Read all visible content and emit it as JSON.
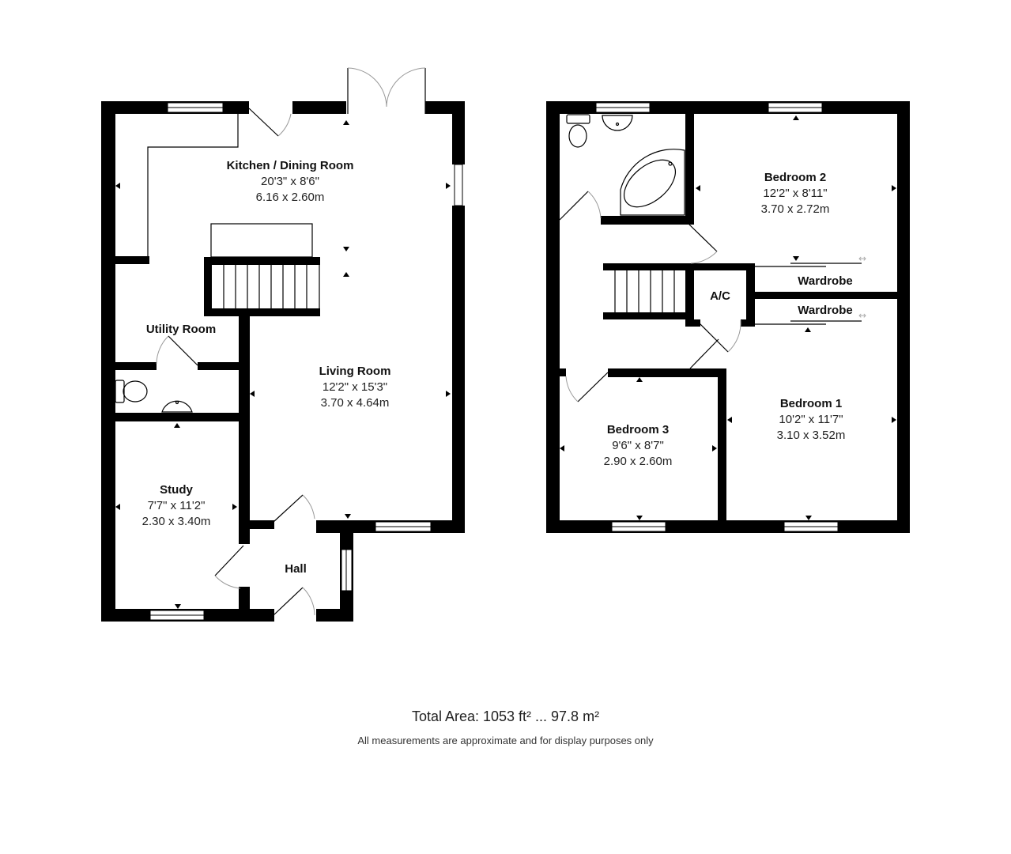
{
  "ground_floor": {
    "rooms": [
      {
        "id": "kitchen",
        "name": "Kitchen / Dining Room",
        "imperial": "20'3\" x 8'6\"",
        "metric": "6.16 x 2.60m"
      },
      {
        "id": "utility",
        "name": "Utility Room"
      },
      {
        "id": "living",
        "name": "Living Room",
        "imperial": "12'2\" x 15'3\"",
        "metric": "3.70 x 4.64m"
      },
      {
        "id": "study",
        "name": "Study",
        "imperial": "7'7\" x 11'2\"",
        "metric": "2.30 x 3.40m"
      },
      {
        "id": "hall",
        "name": "Hall"
      }
    ]
  },
  "first_floor": {
    "rooms": [
      {
        "id": "bedroom2",
        "name": "Bedroom 2",
        "imperial": "12'2\" x 8'11\"",
        "metric": "3.70 x 2.72m"
      },
      {
        "id": "ac",
        "name": "A/C"
      },
      {
        "id": "wardrobe1",
        "name": "Wardrobe"
      },
      {
        "id": "wardrobe2",
        "name": "Wardrobe"
      },
      {
        "id": "bedroom1",
        "name": "Bedroom 1",
        "imperial": "10'2\" x 11'7\"",
        "metric": "3.10 x 3.52m"
      },
      {
        "id": "bedroom3",
        "name": "Bedroom 3",
        "imperial": "9'6\" x 8'7\"",
        "metric": "2.90 x 2.60m"
      }
    ]
  },
  "footer": {
    "total_area": "Total Area: 1053 ft² ... 97.8 m²",
    "disclaimer": "All measurements are approximate and for display purposes only"
  },
  "colors": {
    "wall": "#000000",
    "background": "#ffffff",
    "door_arc": "#999999"
  }
}
